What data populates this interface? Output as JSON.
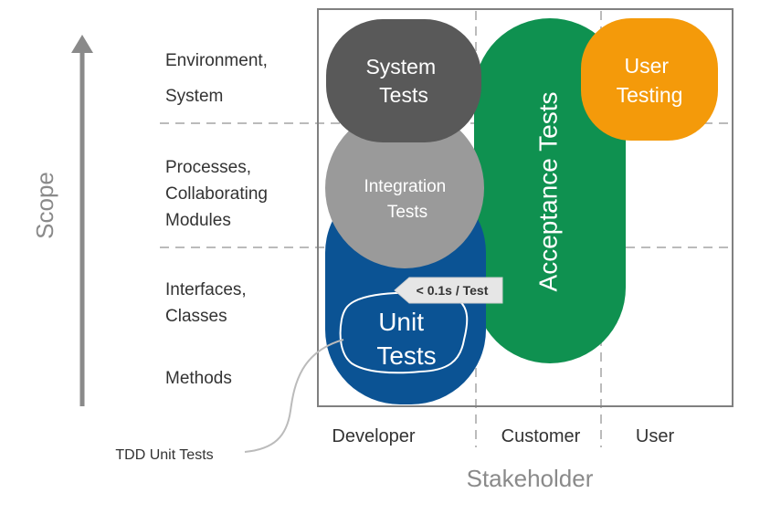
{
  "axes": {
    "y_label": "Scope",
    "x_label": "Stakeholder"
  },
  "scope_levels": [
    {
      "lines": [
        "Environment,",
        "System"
      ]
    },
    {
      "lines": [
        "Processes,",
        "Collaborating",
        "Modules"
      ]
    },
    {
      "lines": [
        "Interfaces,",
        "Classes"
      ]
    },
    {
      "lines": [
        "Methods"
      ]
    }
  ],
  "stakeholders": [
    "Developer",
    "Customer",
    "User"
  ],
  "shapes": {
    "unit": {
      "lines": [
        "Unit",
        "Tests"
      ],
      "color": "#0b5394"
    },
    "integration": {
      "lines": [
        "Integration",
        "Tests"
      ],
      "color": "#9a9a9a"
    },
    "system": {
      "lines": [
        "System",
        "Tests"
      ],
      "color": "#595959"
    },
    "acceptance": {
      "label": "Acceptance Tests",
      "color": "#0f9150"
    },
    "user_testing": {
      "lines": [
        "User",
        "Testing"
      ],
      "color": "#f49a0a"
    }
  },
  "callout": "< 0.1s / Test",
  "annotation": "TDD Unit Tests",
  "colors": {
    "frame": "#808080",
    "grid": "#bbbbbb",
    "axis_text": "#8a8a8a",
    "text": "#333333"
  }
}
